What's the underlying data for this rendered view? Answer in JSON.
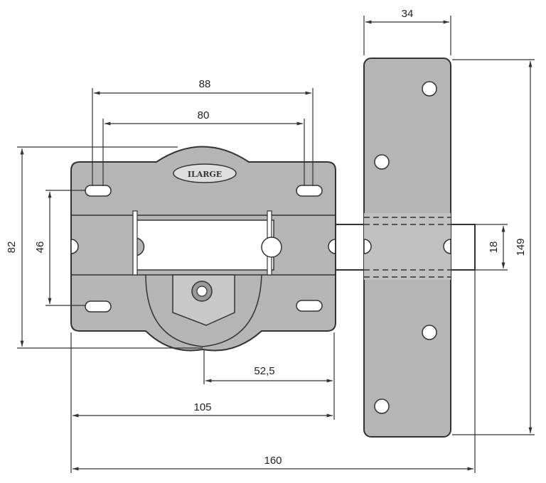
{
  "drawing": {
    "logo_text": "ILARGE",
    "dimensions": {
      "strike_width": "34",
      "outer_hole_spacing": "88",
      "inner_hole_spacing": "80",
      "body_height": "82",
      "vertical_hole_spacing": "46",
      "bolt_height": "18",
      "strike_height": "149",
      "center_offset": "52,5",
      "body_width": "105",
      "total_width": "160"
    },
    "colors": {
      "metal": "#b5b5b5",
      "line": "#333333"
    }
  }
}
